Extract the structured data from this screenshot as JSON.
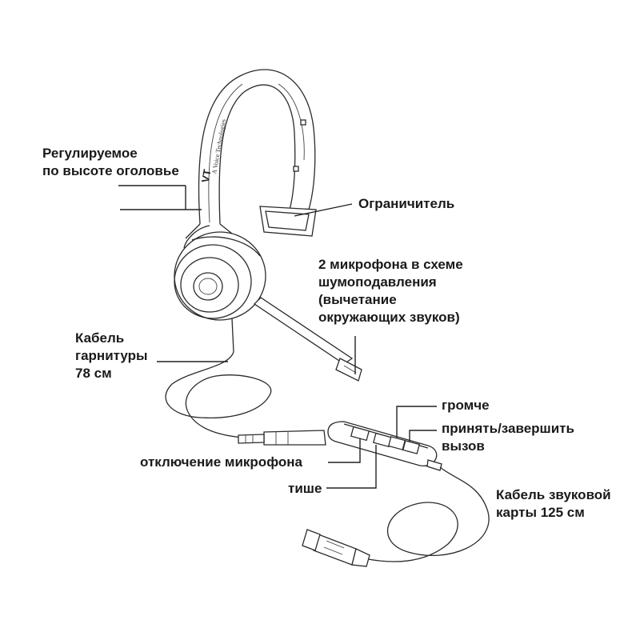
{
  "labels": {
    "headband": [
      "Регулируемое",
      "по высоте оголовье"
    ],
    "limiter": "Ограничитель",
    "microphones": [
      "2 микрофона в схеме",
      "шумоподавления",
      "(вычетание",
      "окружающих звуков)"
    ],
    "headset_cable": [
      "Кабель",
      "гарнитуры",
      "78 см"
    ],
    "volume_up": "громче",
    "answer_end": [
      "принять/завершить",
      "вызов"
    ],
    "mute": "отключение микрофона",
    "volume_down": "тише",
    "soundcard_cable": [
      "Кабель звуковой",
      "карты 125 см"
    ]
  },
  "brand": {
    "logo": "VT",
    "tagline": "A Voice Technologies"
  },
  "icons": [
    "headset-drawing",
    "microphone-boom",
    "inline-control-box",
    "3.5mm-jack",
    "usb-plug"
  ]
}
